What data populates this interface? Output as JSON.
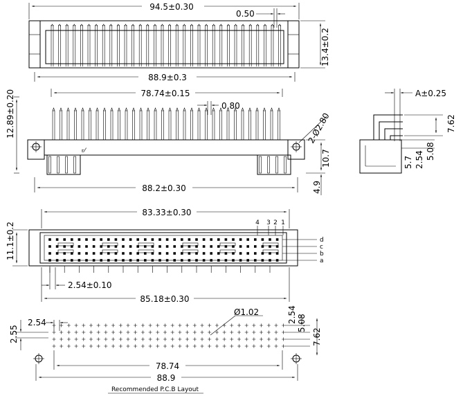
{
  "top_view": {
    "width_dim": "94.5±0.30",
    "pitch_dim": "0.50",
    "height_dim": "13.4±0.2"
  },
  "front_view": {
    "overall_dim": "88.9±0.3",
    "pin_span_dim": "78.74±0.15",
    "pin_dim": "0.80",
    "height_dim": "12.89±0.20",
    "hole_dim": "2-Ø2.80",
    "body_dim": "10.7",
    "bottom_dim": "88.2±0.30",
    "tail_dim": "4.9"
  },
  "side_view": {
    "a_dim": "A±0.25",
    "d1": "7.62",
    "d2": "2.54",
    "d3": "5.08",
    "d4": "5.7"
  },
  "bottom_view": {
    "top_dim": "83.33±0.30",
    "height_dim": "11.1±0.2",
    "col_labels": [
      "4",
      "3",
      "2",
      "1"
    ],
    "row_labels": [
      "d",
      "c",
      "b",
      "a"
    ],
    "pitch_dim": "2.54±0.10",
    "bottom_dim": "85.18±0.30"
  },
  "pcb_layout": {
    "pitch_h": "2.54",
    "pitch_v": "2.55",
    "hole_dim": "Ø1.02",
    "r1": "2.54",
    "r2": "5.08",
    "r3": "7.62",
    "span1": "78.74",
    "span2": "88.9",
    "caption": "Recommended P.C.B Layout"
  }
}
